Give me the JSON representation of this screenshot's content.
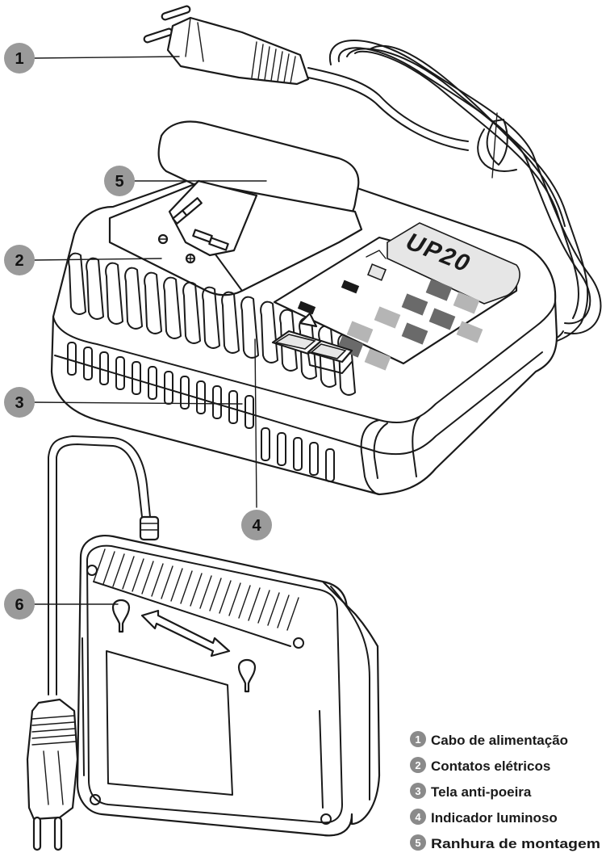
{
  "brand": "UP20",
  "callouts": [
    {
      "number": "1"
    },
    {
      "number": "5"
    },
    {
      "number": "2"
    },
    {
      "number": "3"
    },
    {
      "number": "4"
    },
    {
      "number": "6"
    }
  ],
  "legend": [
    {
      "number": "1",
      "label": "Cabo de alimentação"
    },
    {
      "number": "2",
      "label": "Contatos elétricos"
    },
    {
      "number": "3",
      "label": "Tela anti-poeira"
    },
    {
      "number": "4",
      "label": "Indicador luminoso"
    },
    {
      "number": "5",
      "label": "Ranhura de montagem"
    }
  ],
  "colors": {
    "callout_fill": "#9a9a9a",
    "legend_badge": "#8a8a8a",
    "led_off": "#b5b5b5",
    "led_on": "#6a6a6a",
    "lines": "#1a1a1a"
  }
}
